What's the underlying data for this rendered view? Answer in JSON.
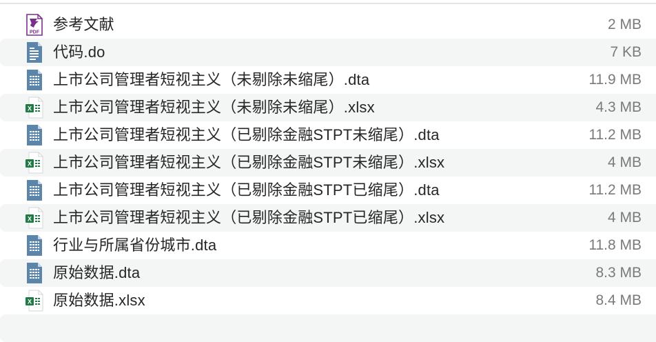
{
  "files": [
    {
      "name": "参考文献",
      "size": "2 MB",
      "icon": "pdf-icon",
      "type": "pdf"
    },
    {
      "name": "代码.do",
      "size": "7 KB",
      "icon": "text-document-icon",
      "type": "text"
    },
    {
      "name": "上市公司管理者短视主义（未剔除未缩尾）.dta",
      "size": "11.9 MB",
      "icon": "data-table-icon",
      "type": "dta"
    },
    {
      "name": "上市公司管理者短视主义（未剔除未缩尾）.xlsx",
      "size": "4.3 MB",
      "icon": "excel-icon",
      "type": "xlsx"
    },
    {
      "name": "上市公司管理者短视主义（已剔除金融STPT未缩尾）.dta",
      "size": "11.2 MB",
      "icon": "data-table-icon",
      "type": "dta"
    },
    {
      "name": "上市公司管理者短视主义（已剔除金融STPT未缩尾）.xlsx",
      "size": "4 MB",
      "icon": "excel-icon",
      "type": "xlsx"
    },
    {
      "name": "上市公司管理者短视主义（已剔除金融STPT已缩尾）.dta",
      "size": "11.2 MB",
      "icon": "data-table-icon",
      "type": "dta"
    },
    {
      "name": "上市公司管理者短视主义（已剔除金融STPT已缩尾）.xlsx",
      "size": "4 MB",
      "icon": "excel-icon",
      "type": "xlsx"
    },
    {
      "name": "行业与所属省份城市.dta",
      "size": "11.8 MB",
      "icon": "data-table-icon",
      "type": "dta"
    },
    {
      "name": "原始数据.dta",
      "size": "8.3 MB",
      "icon": "data-table-icon",
      "type": "dta"
    },
    {
      "name": "原始数据.xlsx",
      "size": "8.4 MB",
      "icon": "excel-icon",
      "type": "xlsx"
    }
  ],
  "colors": {
    "pdf_accent": "#7b2d8e",
    "doc_blue": "#5b85ab",
    "excel_green": "#1f7a45",
    "row_stripe": "#f4f5f5",
    "size_text": "#7a7a7a",
    "name_text": "#262626"
  }
}
